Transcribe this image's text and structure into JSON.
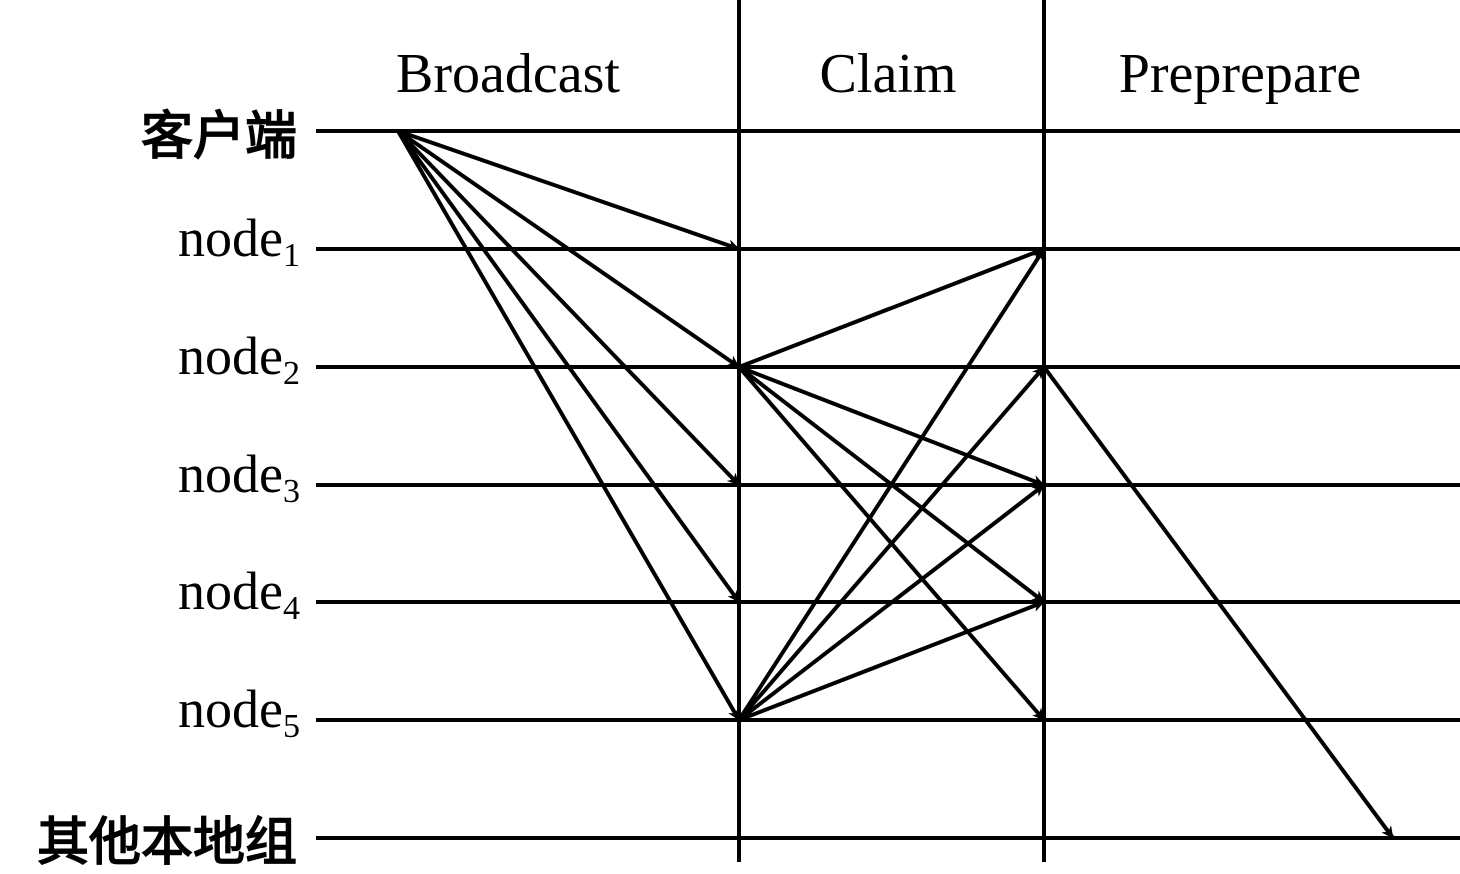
{
  "phases": [
    {
      "id": "broadcast",
      "label": "Broadcast"
    },
    {
      "id": "claim",
      "label": "Claim"
    },
    {
      "id": "preprepare",
      "label": "Preprepare"
    }
  ],
  "lanes": [
    {
      "id": "client",
      "label": "客户端",
      "sub": ""
    },
    {
      "id": "node1",
      "label": "node",
      "sub": "1"
    },
    {
      "id": "node2",
      "label": "node",
      "sub": "2"
    },
    {
      "id": "node3",
      "label": "node",
      "sub": "3"
    },
    {
      "id": "node4",
      "label": "node",
      "sub": "4"
    },
    {
      "id": "node5",
      "label": "node",
      "sub": "5"
    },
    {
      "id": "other",
      "label": "其他本地组",
      "sub": ""
    }
  ],
  "messages": [
    {
      "phase": "broadcast",
      "from": "client",
      "to": "node1"
    },
    {
      "phase": "broadcast",
      "from": "client",
      "to": "node2"
    },
    {
      "phase": "broadcast",
      "from": "client",
      "to": "node3"
    },
    {
      "phase": "broadcast",
      "from": "client",
      "to": "node4"
    },
    {
      "phase": "broadcast",
      "from": "client",
      "to": "node5"
    },
    {
      "phase": "claim",
      "from": "node2",
      "to": "node1"
    },
    {
      "phase": "claim",
      "from": "node2",
      "to": "node3"
    },
    {
      "phase": "claim",
      "from": "node2",
      "to": "node4"
    },
    {
      "phase": "claim",
      "from": "node2",
      "to": "node5"
    },
    {
      "phase": "claim",
      "from": "node5",
      "to": "node1"
    },
    {
      "phase": "claim",
      "from": "node5",
      "to": "node2"
    },
    {
      "phase": "claim",
      "from": "node5",
      "to": "node3"
    },
    {
      "phase": "claim",
      "from": "node5",
      "to": "node4"
    },
    {
      "phase": "preprepare",
      "from": "node2",
      "to": "other"
    }
  ]
}
